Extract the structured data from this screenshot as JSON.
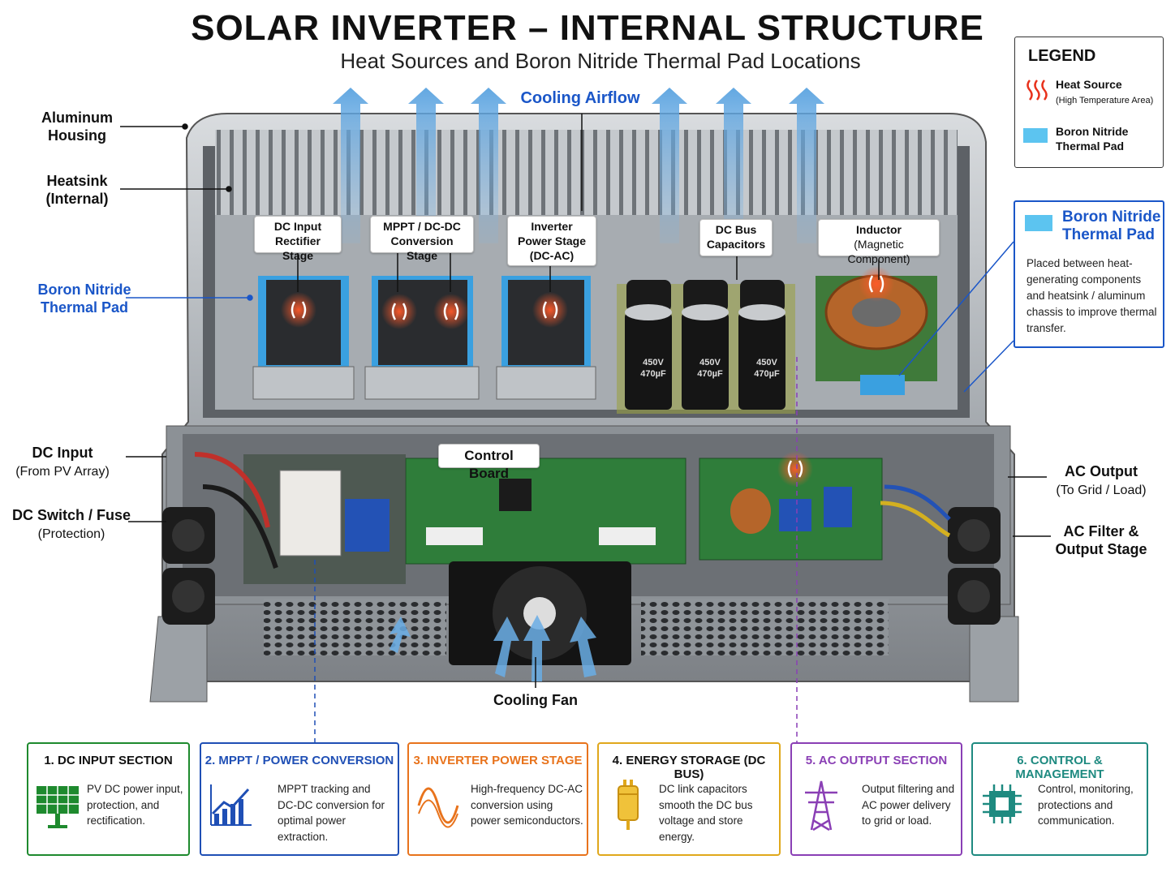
{
  "title": "SOLAR INVERTER – INTERNAL STRUCTURE",
  "subtitle": "Heat Sources and Boron Nitride Thermal Pad Locations",
  "cooling_airflow": "Cooling Airflow",
  "left_labels": {
    "aluminum_housing": "Aluminum Housing",
    "heatsink": "Heatsink",
    "heatsink_sub": "(Internal)",
    "thermal_pad": "Boron Nitride Thermal Pad",
    "dc_input": "DC Input",
    "dc_input_sub": "(From PV Array)",
    "dc_switch": "DC Switch / Fuse",
    "dc_switch_sub": "(Protection)"
  },
  "right_labels": {
    "ac_output": "AC Output",
    "ac_output_sub": "(To Grid / Load)",
    "ac_filter": "AC Filter & Output Stage"
  },
  "component_labels": {
    "dc_input_rectifier": "DC Input Rectifier Stage",
    "mppt": "MPPT / DC-DC Conversion Stage",
    "inverter_power": "Inverter Power Stage (DC-AC)",
    "dc_bus": "DC Bus Capacitors",
    "inductor": "Inductor",
    "inductor_sub": "(Magnetic Component)",
    "control_board": "Control Board",
    "cooling_fan": "Cooling Fan"
  },
  "capacitor_marking": [
    "450V",
    "470µF"
  ],
  "legend": {
    "title": "LEGEND",
    "heat_source": "Heat Source",
    "heat_source_sub": "(High Temperature Area)",
    "thermal_pad": "Boron Nitride Thermal Pad"
  },
  "callout": {
    "title": "Boron Nitride Thermal Pad",
    "body": "Placed between heat-generating components and heatsink / aluminum chassis to improve thermal transfer."
  },
  "sections": [
    {
      "title": "1. DC INPUT SECTION",
      "desc": "PV DC power input, protection, and rectification.",
      "color": "#1e8a2e",
      "icon": "solar-panel-icon"
    },
    {
      "title": "2. MPPT / POWER CONVERSION",
      "desc": "MPPT tracking and DC-DC conversion for optimal power extraction.",
      "color": "#1f4fb5",
      "icon": "growth-chart-icon"
    },
    {
      "title": "3. INVERTER POWER STAGE",
      "desc": "High-frequency DC-AC conversion using power semiconductors.",
      "color": "#e8731c",
      "icon": "sine-wave-icon"
    },
    {
      "title": "4. ENERGY STORAGE (DC BUS)",
      "desc": "DC link capacitors smooth the DC bus voltage and store energy.",
      "color": "#e0a81c",
      "icon": "capacitor-icon"
    },
    {
      "title": "5. AC OUTPUT SECTION",
      "desc": "Output filtering and AC power delivery to grid or load.",
      "color": "#8a3fb5",
      "icon": "power-tower-icon"
    },
    {
      "title": "6. CONTROL & MANAGEMENT",
      "desc": "Control, monitoring, protections and communication.",
      "color": "#1e8a80",
      "icon": "chip-icon"
    }
  ]
}
